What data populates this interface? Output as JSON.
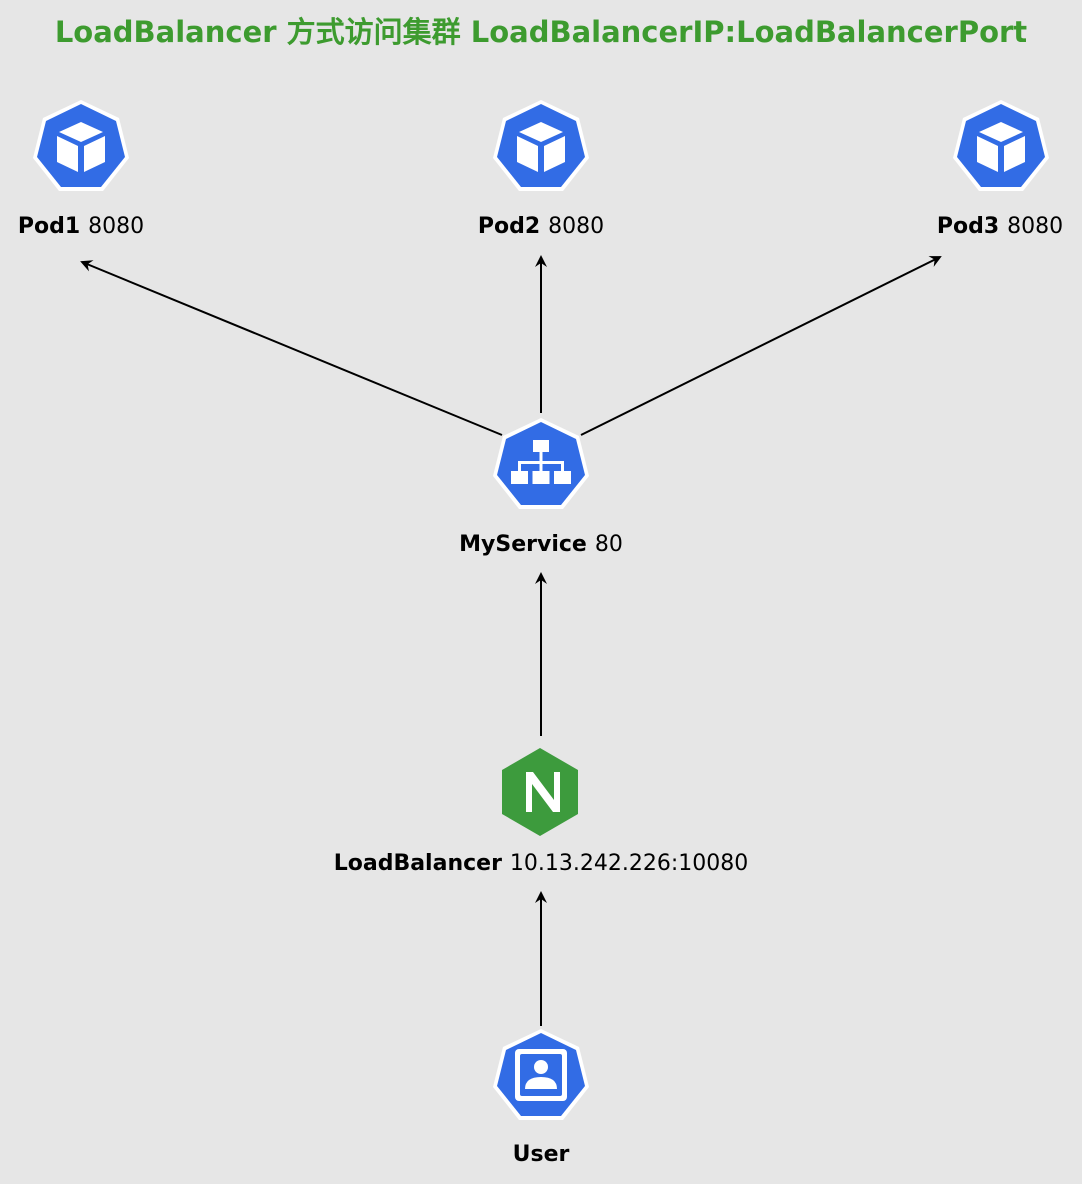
{
  "title": "LoadBalancer 方式访问集群 LoadBalancerIP:LoadBalancerPort",
  "colors": {
    "background": "#e6e6e6",
    "title": "#3d9b2f",
    "k8s_blue": "#326ce5",
    "nginx_green": "#3d9b3d"
  },
  "nodes": {
    "pod1": {
      "name": "Pod1",
      "port": "8080",
      "icon": "k8s-pod-icon"
    },
    "pod2": {
      "name": "Pod2",
      "port": "8080",
      "icon": "k8s-pod-icon"
    },
    "pod3": {
      "name": "Pod3",
      "port": "8080",
      "icon": "k8s-pod-icon"
    },
    "service": {
      "name": "MyService",
      "port": "80",
      "icon": "k8s-service-icon"
    },
    "loadbalancer": {
      "name": "LoadBalancer",
      "port": "10.13.242.226:10080",
      "icon": "nginx-icon"
    },
    "user": {
      "name": "User",
      "port": "",
      "icon": "k8s-user-icon"
    }
  },
  "edges": [
    {
      "from": "user",
      "to": "loadbalancer"
    },
    {
      "from": "loadbalancer",
      "to": "service"
    },
    {
      "from": "service",
      "to": "pod1"
    },
    {
      "from": "service",
      "to": "pod2"
    },
    {
      "from": "service",
      "to": "pod3"
    }
  ]
}
